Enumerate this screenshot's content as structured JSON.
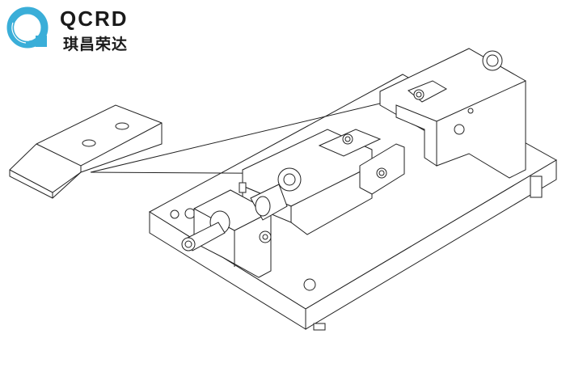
{
  "logo": {
    "text_en": "QCRD",
    "text_cn": "琪昌荣达",
    "accent_color": "#3aaed8"
  },
  "drawing": {
    "subject": "fixture-assembly",
    "line_color": "#222222"
  }
}
